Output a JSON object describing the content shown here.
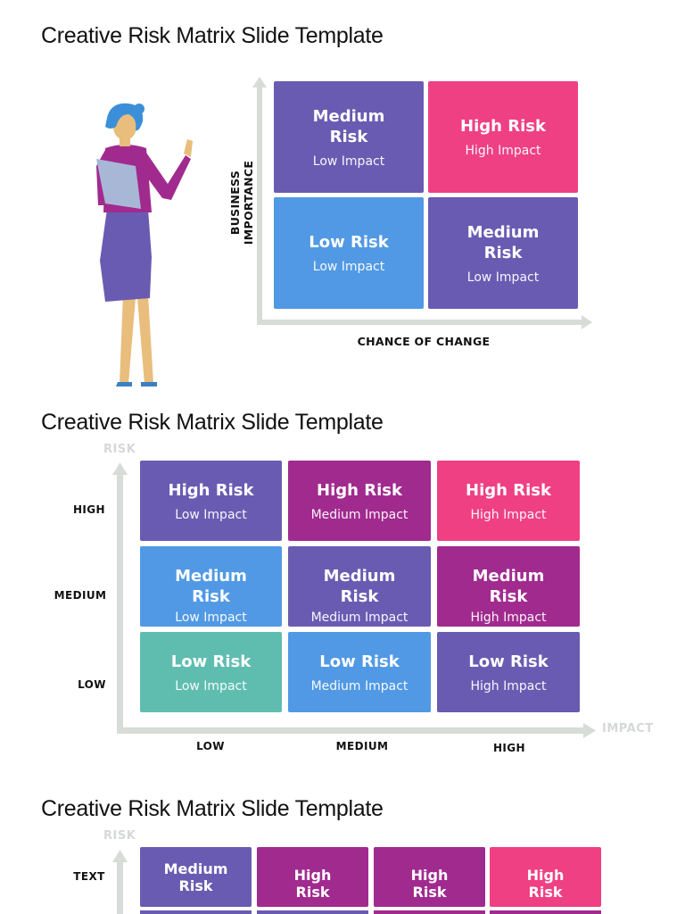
{
  "colors": {
    "purple": "#6a5bb2",
    "pink": "#ef4084",
    "blue": "#5199e4",
    "magenta": "#a12a8f",
    "teal": "#5fbdb0",
    "axis": "#d7dcd8"
  },
  "slide1": {
    "title": "Creative Risk Matrix Slide Template",
    "y_axis": "BUSINESS IMPORTANCE",
    "x_axis": "CHANCE OF CHANGE",
    "cells": [
      {
        "risk": "Medium Risk",
        "impact": "Low Impact",
        "color": "#6a5bb2"
      },
      {
        "risk": "High Risk",
        "impact": "High Impact",
        "color": "#ef4084"
      },
      {
        "risk": "Low Risk",
        "impact": "Low Impact",
        "color": "#5199e4"
      },
      {
        "risk": "Medium Risk",
        "impact": "Low Impact",
        "color": "#6a5bb2"
      }
    ]
  },
  "slide2": {
    "title": "Creative Risk Matrix Slide Template",
    "y_axis": "RISK",
    "x_axis": "IMPACT",
    "rows": [
      "HIGH",
      "MEDIUM",
      "LOW"
    ],
    "cols": [
      "LOW",
      "MEDIUM",
      "HIGH"
    ],
    "cells": [
      {
        "risk": "High Risk",
        "impact": "Low Impact",
        "color": "#6a5bb2"
      },
      {
        "risk": "High Risk",
        "impact": "Medium Impact",
        "color": "#a12a8f"
      },
      {
        "risk": "High Risk",
        "impact": "High Impact",
        "color": "#ef4084"
      },
      {
        "risk": "Medium Risk",
        "impact": "Low Impact",
        "color": "#5199e4"
      },
      {
        "risk": "Medium Risk",
        "impact": "Medium Impact",
        "color": "#6a5bb2"
      },
      {
        "risk": "Medium Risk",
        "impact": "High Impact",
        "color": "#a12a8f"
      },
      {
        "risk": "Low Risk",
        "impact": "Low Impact",
        "color": "#5fbdb0"
      },
      {
        "risk": "Low Risk",
        "impact": "Medium Impact",
        "color": "#5199e4"
      },
      {
        "risk": "Low Risk",
        "impact": "High Impact",
        "color": "#6a5bb2"
      }
    ]
  },
  "slide3": {
    "title": "Creative Risk Matrix Slide Template",
    "y_axis": "RISK",
    "row_label": "TEXT",
    "cells": [
      {
        "risk": "Medium Risk",
        "color": "#6a5bb2"
      },
      {
        "risk": "High Risk",
        "color": "#a12a8f"
      },
      {
        "risk": "High Risk",
        "color": "#a12a8f"
      },
      {
        "risk": "High Risk",
        "color": "#ef4084"
      }
    ]
  }
}
